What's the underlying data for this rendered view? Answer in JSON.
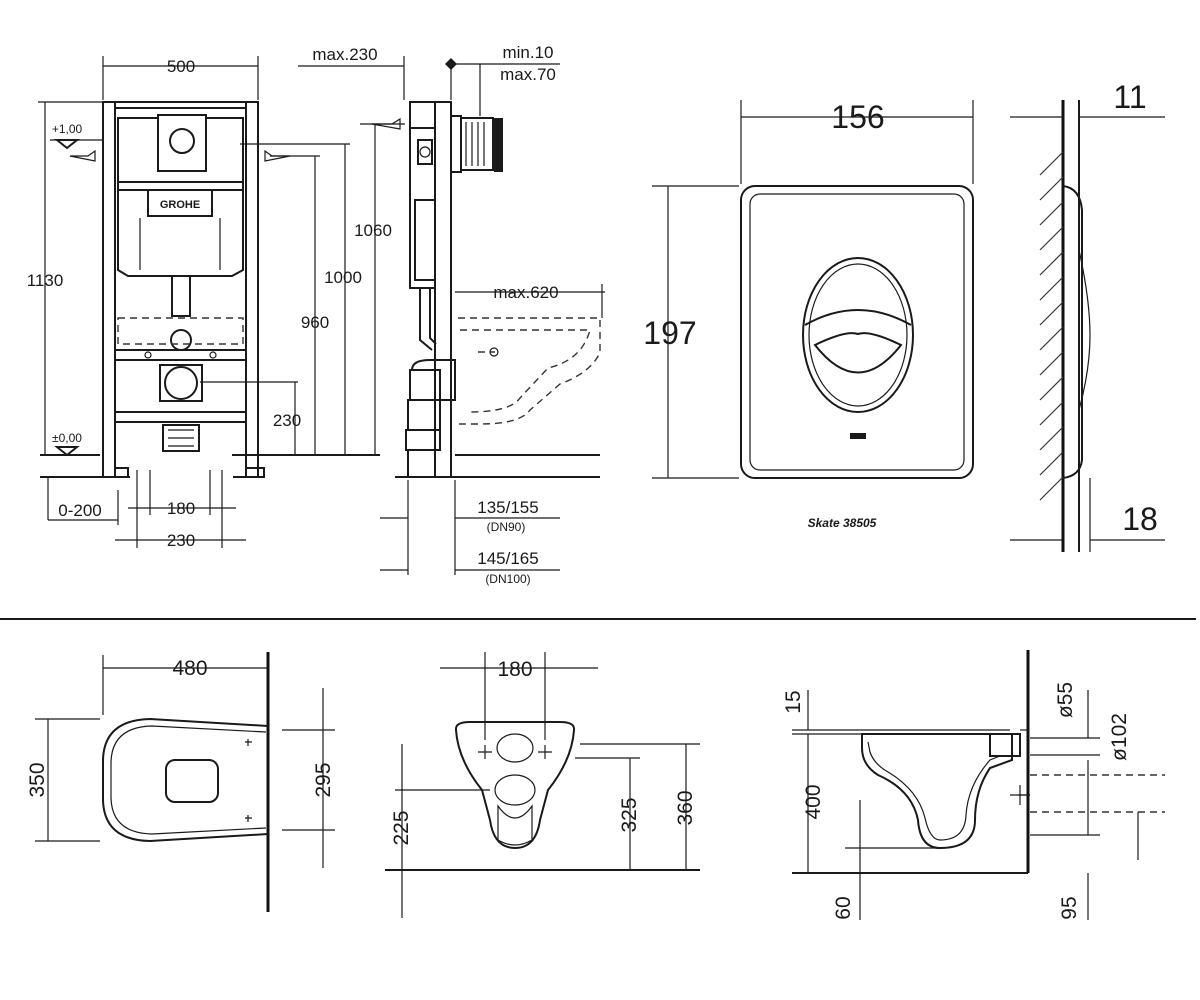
{
  "frame": {
    "w500": "500",
    "max230": "max.230",
    "min10": "min.10",
    "max70": "max.70",
    "plus100": "+1,00",
    "zero00": "±0,00",
    "h1130": "1130",
    "h1060": "1060",
    "h1000": "1000",
    "h960": "960",
    "h230": "230",
    "max620": "max.620",
    "r0200": "0-200",
    "w180": "180",
    "w230": "230",
    "d135": "135/155",
    "dn90": "(DN90)",
    "d145": "145/165",
    "dn100": "(DN100)"
  },
  "plate": {
    "w156": "156",
    "h197": "197",
    "name": "Skate 38505",
    "d11": "11",
    "d18": "18"
  },
  "bowl_top": {
    "w480": "480",
    "h350": "350",
    "h295": "295"
  },
  "bowl_front": {
    "w180": "180",
    "h225": "225",
    "h325": "325",
    "h360": "360"
  },
  "bowl_side": {
    "h15": "15",
    "h400": "400",
    "h60": "60",
    "d55": "ø55",
    "d102": "ø102",
    "h95": "95"
  }
}
